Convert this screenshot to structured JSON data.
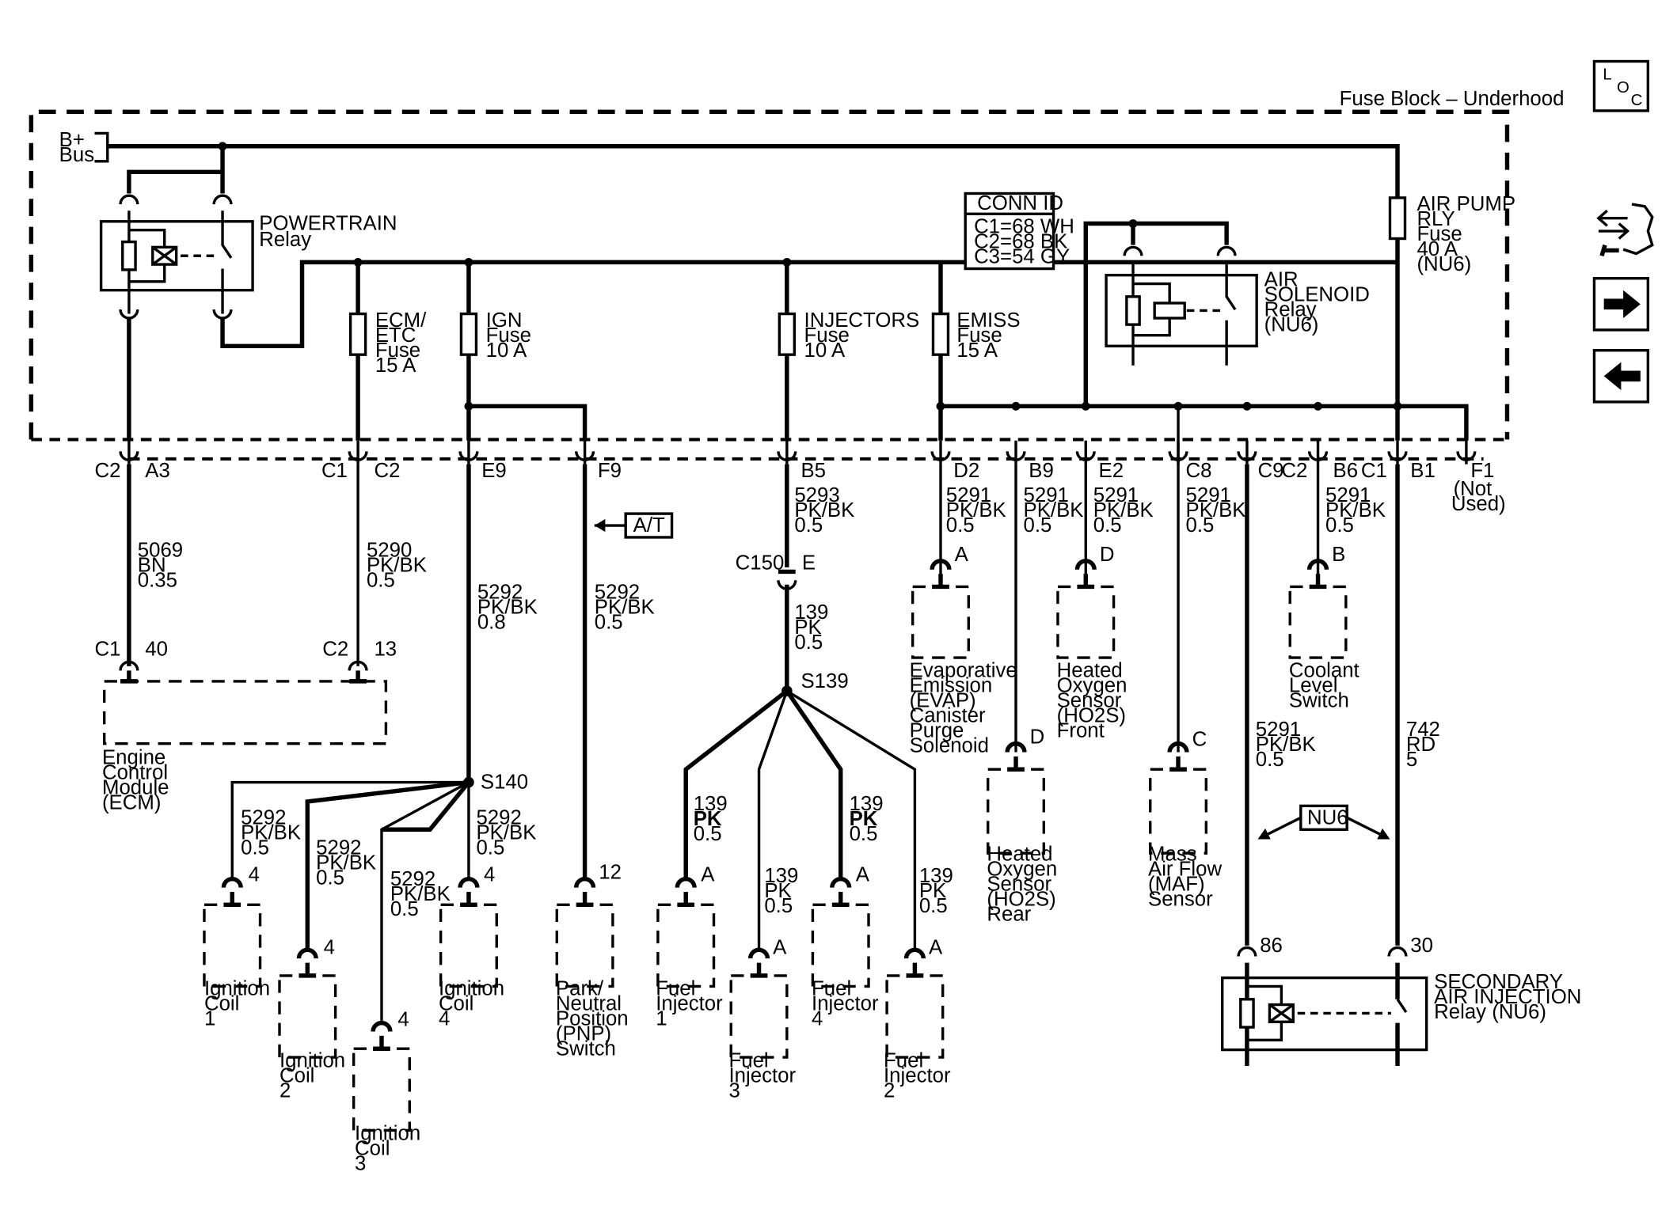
{
  "loc_button": {
    "l": "L",
    "o": "O",
    "c": "C"
  },
  "fuse_block": {
    "title": "Fuse Block – Underhood",
    "bus": [
      "B+",
      "Bus"
    ]
  },
  "conn_id": {
    "title": "CONN ID",
    "lines": [
      "C1=68 WH",
      "C2=68 BK",
      "C3=54 GY"
    ]
  },
  "relays": {
    "powertrain": [
      "POWERTRAIN",
      "Relay"
    ],
    "air_solenoid": [
      "AIR",
      "SOLENOID",
      "Relay",
      "(NU6)"
    ],
    "secondary_air": [
      "SECONDARY",
      "AIR INJECTION",
      "Relay (NU6)"
    ]
  },
  "fuses": {
    "ecm_etc": [
      "ECM/",
      "ETC",
      "Fuse",
      "15 A"
    ],
    "ign": [
      "IGN",
      "Fuse",
      "10 A"
    ],
    "injectors": [
      "INJECTORS",
      "Fuse",
      "10 A"
    ],
    "emiss": [
      "EMISS",
      "Fuse",
      "15 A"
    ],
    "air_pump": [
      "AIR PUMP",
      "RLY",
      "Fuse",
      "40 A",
      "(NU6)"
    ]
  },
  "terminals": {
    "c2": "C2",
    "a3": "A3",
    "c1a": "C1",
    "c2b": "C2",
    "e9": "E9",
    "f9": "F9",
    "b5": "B5",
    "d2": "D2",
    "b9": "B9",
    "e2": "E2",
    "c8": "C8",
    "c9": "C9",
    "c2c": "C2",
    "b6": "B6",
    "c1b": "C1",
    "b1": "B1",
    "f1": "F1",
    "not_used": [
      "(Not",
      "Used)"
    ]
  },
  "wires": {
    "w5069": [
      "5069",
      "BN",
      "0.35"
    ],
    "w5290": [
      "5290",
      "PK/BK",
      "0.5"
    ],
    "w5292_08": [
      "5292",
      "PK/BK",
      "0.8"
    ],
    "w5292_f9": [
      "5292",
      "PK/BK",
      "0.5"
    ],
    "w5293": [
      "5293",
      "PK/BK",
      "0.5"
    ],
    "w139_main": [
      "139",
      "PK",
      "0.5"
    ],
    "w5291_d2": [
      "5291",
      "PK/BK",
      "0.5"
    ],
    "w5291_b9": [
      "5291",
      "PK/BK",
      "0.5"
    ],
    "w5291_e2": [
      "5291",
      "PK/BK",
      "0.5"
    ],
    "w5291_c8": [
      "5291",
      "PK/BK",
      "0.5"
    ],
    "w5291_b6": [
      "5291",
      "PK/BK",
      "0.5"
    ],
    "w5291_c9": [
      "5291",
      "PK/BK",
      "0.5"
    ],
    "w742": [
      "742",
      "RD",
      "5"
    ],
    "coil1": [
      "5292",
      "PK/BK",
      "0.5"
    ],
    "coil2": [
      "5292",
      "PK/BK",
      "0.5"
    ],
    "coil3": [
      "5292",
      "PK/BK",
      "0.5"
    ],
    "coil4": [
      "5292",
      "PK/BK",
      "0.5"
    ],
    "inj1": [
      "139",
      "PK",
      "0.5"
    ],
    "inj3": [
      "139",
      "PK",
      "0.5"
    ],
    "inj4": [
      "139",
      "PK",
      "0.5"
    ],
    "inj2": [
      "139",
      "PK",
      "0.5"
    ]
  },
  "connectors": {
    "c150": "C150",
    "c150_pin": "E",
    "ecm_c1": "C1",
    "ecm_40": "40",
    "ecm_c2": "C2",
    "ecm_13": "13",
    "pin_a": "A",
    "pin_b": "B",
    "pin_c": "C",
    "pin_d": "D",
    "pin_4": "4",
    "pin_12": "12",
    "pin_86": "86",
    "pin_30": "30"
  },
  "splices": {
    "s140": "S140",
    "s139": "S139"
  },
  "tags": {
    "at": "A/T",
    "nu6": "NU6"
  },
  "components": {
    "ecm": [
      "Engine",
      "Control",
      "Module",
      "(ECM)"
    ],
    "evap": [
      "Evaporative",
      "Emission",
      "(EVAP)",
      "Canister",
      "Purge",
      "Solenoid"
    ],
    "ho2s_front": [
      "Heated",
      "Oxygen",
      "Sensor",
      "(HO2S)",
      "Front"
    ],
    "ho2s_rear": [
      "Heated",
      "Oxygen",
      "Sensor",
      "(HO2S)",
      "Rear"
    ],
    "maf": [
      "Mass",
      "Air Flow",
      "(MAF)",
      "Sensor"
    ],
    "coolant": [
      "Coolant",
      "Level",
      "Switch"
    ],
    "coil1": [
      "Ignition",
      "Coil",
      "1"
    ],
    "coil2": [
      "Ignition",
      "Coil",
      "2"
    ],
    "coil3": [
      "Ignition",
      "Coil",
      "3"
    ],
    "coil4": [
      "Ignition",
      "Coil",
      "4"
    ],
    "pnp": [
      "Park/",
      "Neutral",
      "Position",
      "(PNP)",
      "Switch"
    ],
    "inj1": [
      "Fuel",
      "Injector",
      "1"
    ],
    "inj3": [
      "Fuel",
      "Injector",
      "3"
    ],
    "inj4": [
      "Fuel",
      "Injector",
      "4"
    ],
    "inj2": [
      "Fuel",
      "Injector",
      "2"
    ]
  },
  "icons": [
    "loc-button",
    "schematic-icon",
    "next-arrow-icon",
    "previous-arrow-icon"
  ]
}
